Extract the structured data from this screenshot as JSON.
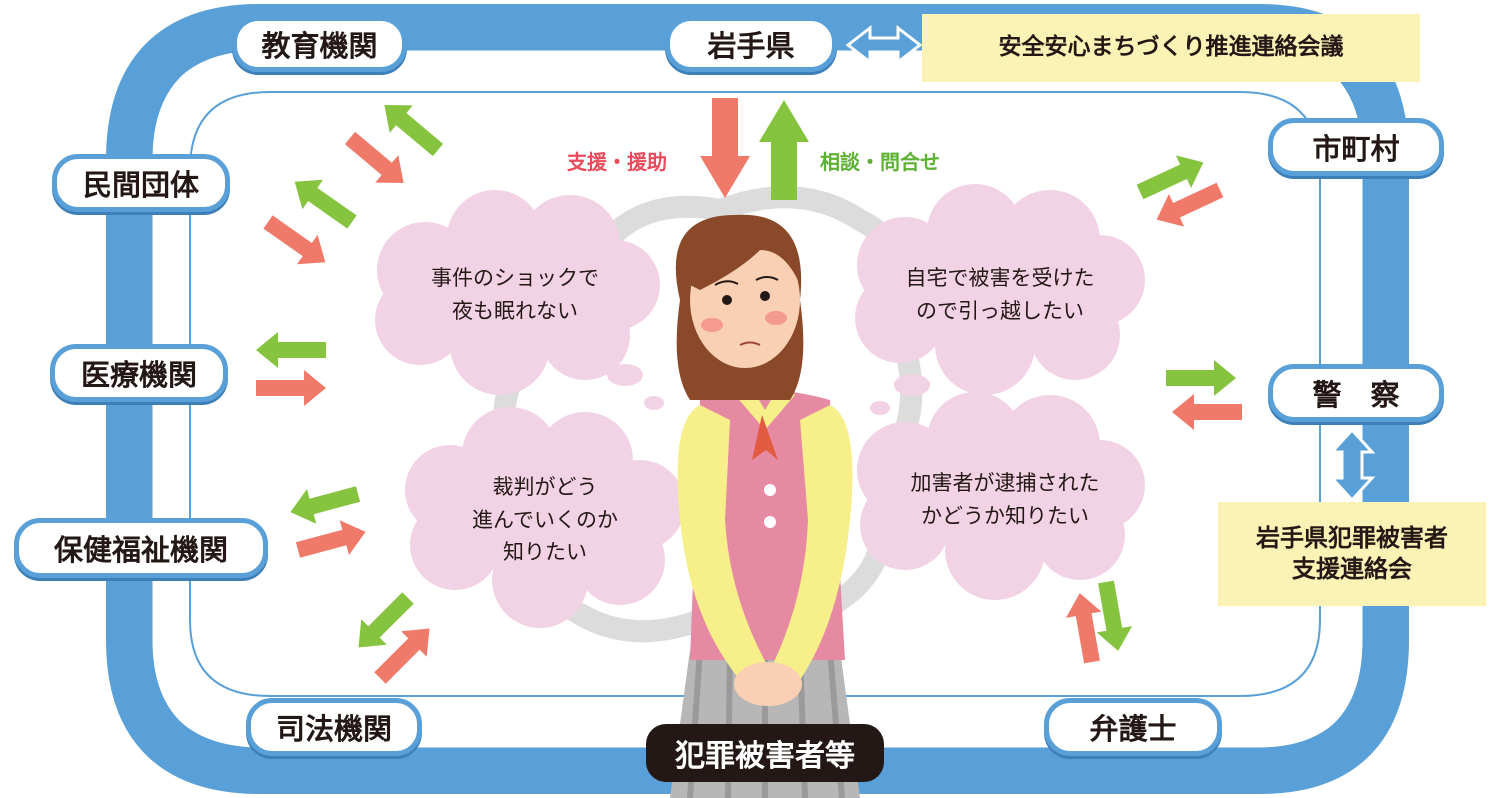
{
  "title": "犯罪被害者等",
  "center": {
    "prefecture": "岩手県",
    "support_label": "支援・援助",
    "consult_label": "相談・問合せ"
  },
  "organizations": {
    "education": "教育機関",
    "private": "民間団体",
    "medical": "医療機関",
    "welfare": "保健福祉機関",
    "judicial": "司法機関",
    "municipality": "市町村",
    "police": "警　察",
    "lawyer": "弁護士"
  },
  "councils": {
    "safe_town": "安全安心まちづくり推進連絡会議",
    "victim_support_line1": "岩手県犯罪被害者",
    "victim_support_line2": "支援連絡会"
  },
  "thoughts": {
    "t1_line1": "事件のショックで",
    "t1_line2": "夜も眠れない",
    "t2_line1": "自宅で被害を受けた",
    "t2_line2": "ので引っ越したい",
    "t3_line1": "裁判がどう",
    "t3_line2": "進んでいくのか",
    "t3_line3": "知りたい",
    "t4_line1": "加害者が逮捕された",
    "t4_line2": "かどうか知りたい"
  },
  "colors": {
    "ring": "#5aa0d8",
    "support_arrow": "#f07a6a",
    "consult_arrow": "#86c440",
    "note_bg": "#fbf3b5",
    "bubble": "#f2d3e5",
    "double_arrow": "#5aa0d8"
  }
}
